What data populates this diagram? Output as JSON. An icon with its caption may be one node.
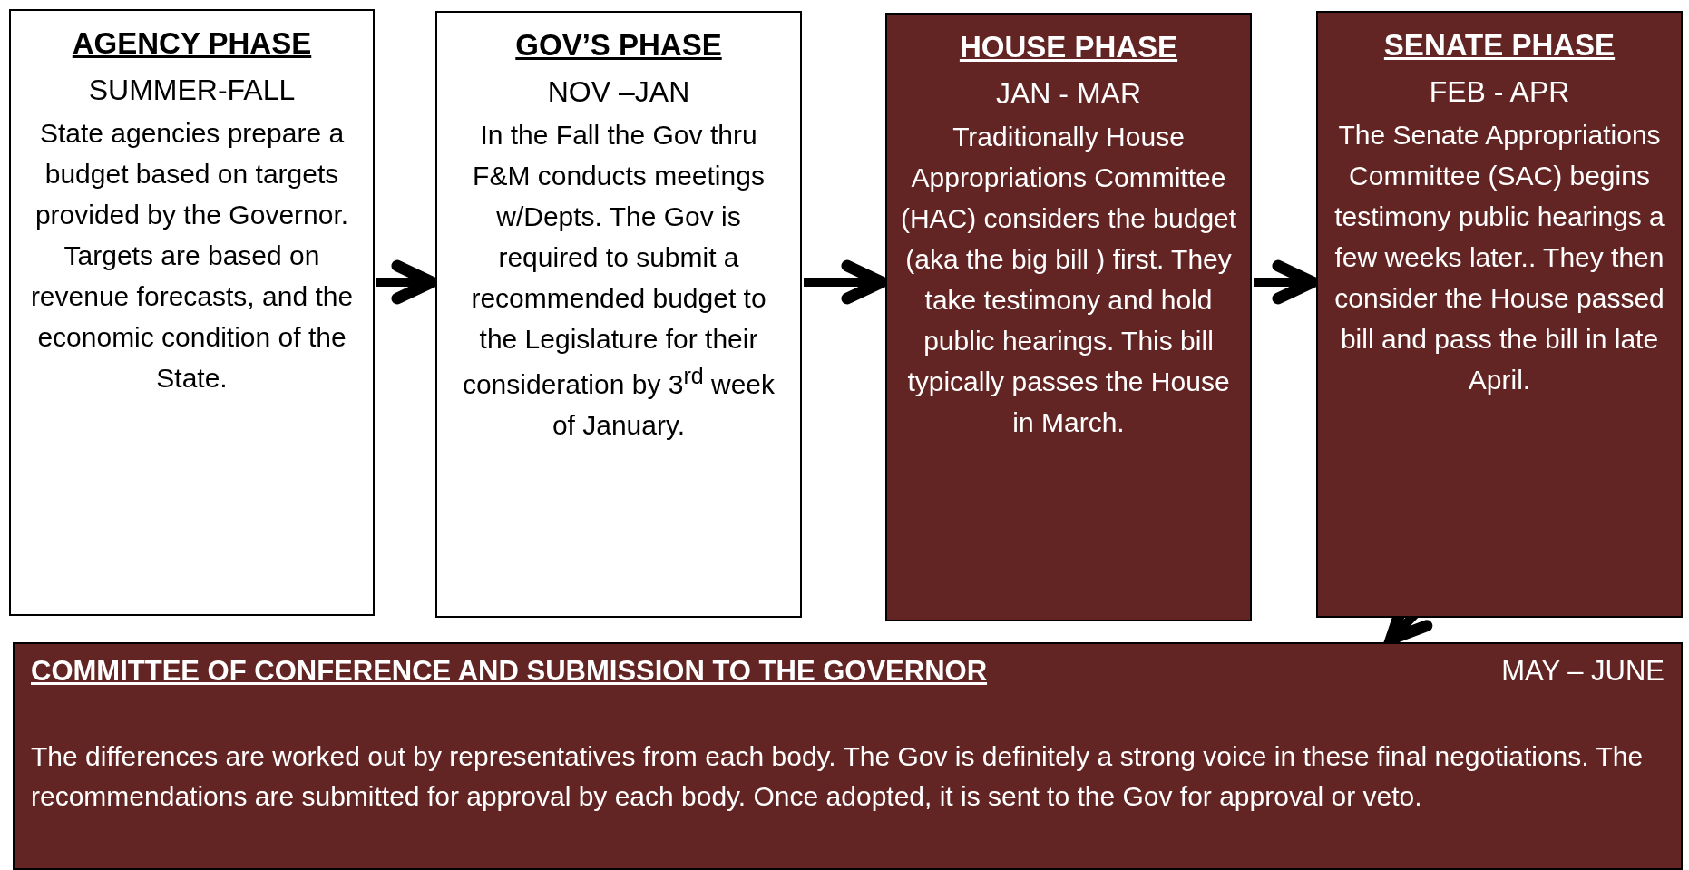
{
  "diagram": {
    "nodes": [
      {
        "text": [
          "AGENCY PHASE",
          "SUMMER-FALL",
          "State agencies prepare a budget based on targets provided by the Governor. Targets are based on revenue forecasts, and the economic condition of the State."
        ]
      },
      {
        "text": [
          "GOV’S PHASE",
          "NOV –JAN",
          "In the Fall the Gov thru F&M conducts meetings  w/Depts. The Gov is required to submit a recommended budget to the Legislature for their consideration by 3$^{rd}$ week of January."
        ]
      },
      {
        "text": [
          "HOUSE PHASE",
          "JAN - MAR",
          "Traditionally House Appropriations Committee (HAC) considers the budget (aka the big bill ) first.  They take testimony and hold public hearings. This bill  typically passes the House  in March."
        ]
      },
      {
        "text": [
          "SENATE PHASE",
          "FEB - APR",
          "The Senate Appropriations Committee (SAC) begins testimony public hearings a few weeks later.. They then consider the House passed bill and pass the bill in late April."
        ]
      },
      {
        "text": [
          "COMMITTEE OF CONFERENCE AND SUBMISSION TO THE GOVERNOR",
          "MAY – JUNE",
          "The differences are worked out by representatives from each body. The Gov is definitely a strong voice in these final negotiations.   The recommendations are submitted for approval by each body.  Once adopted, it is sent to the Gov for approval or veto."
        ]
      }
    ],
    "edges": [
      {
        "from": 0,
        "to": 1,
        "arrow": "to"
      },
      {
        "from": 1,
        "to": 2,
        "arrow": "to"
      },
      {
        "from": 2,
        "to": 3,
        "arrow": "to"
      },
      {
        "from": 3,
        "to": 4,
        "arrow": "to"
      }
    ]
  }
}
